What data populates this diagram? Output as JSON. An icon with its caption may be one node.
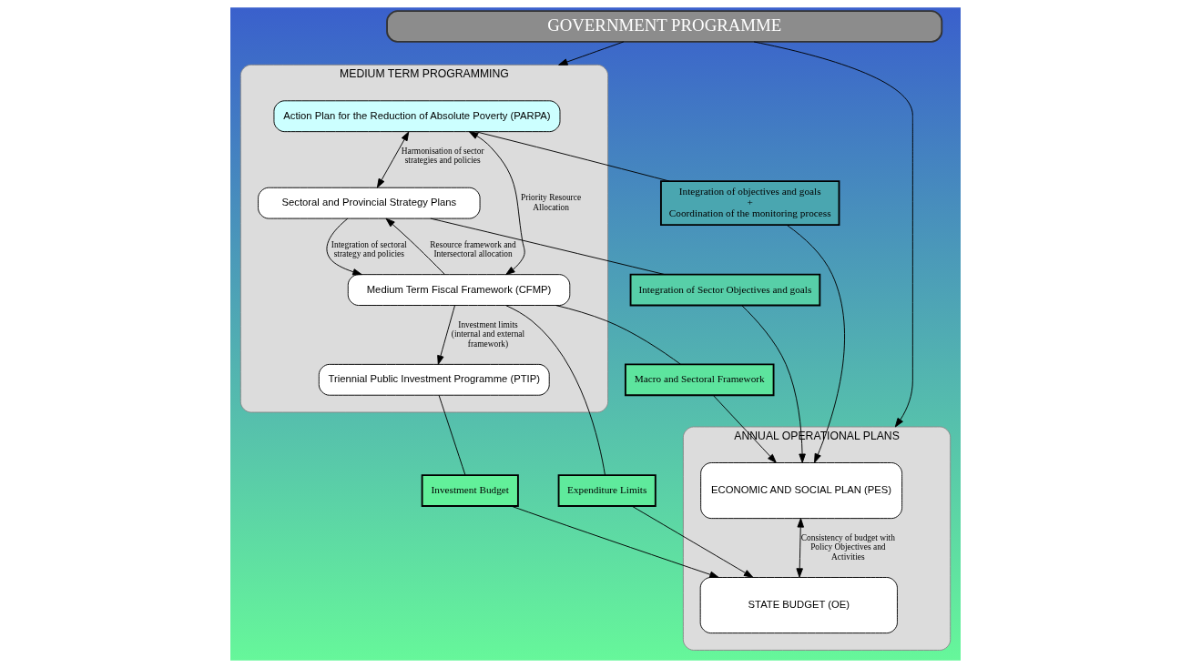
{
  "diagram": {
    "nodes": [
      {
        "text": [
          "GOVERNMENT PROGRAMME"
        ]
      },
      {
        "text": [
          "MEDIUM TERM PROGRAMMING"
        ]
      },
      {
        "text": [
          "Action Plan for the Reduction of Absolute Poverty (PARPA)"
        ],
        "in": 1
      },
      {
        "text": [
          "Sectoral and Provincial Strategy Plans"
        ],
        "in": 1
      },
      {
        "text": [
          "Medium Term Fiscal Framework (CFMP)"
        ],
        "in": 1
      },
      {
        "text": [
          "Triennial Public Investment Programme (PTIP)"
        ],
        "in": 1
      },
      {
        "text": [
          "Integration of objectives and goals",
          "+",
          "Coordination of the monitoring process"
        ]
      },
      {
        "text": [
          "Integration of Sector Objectives and goals"
        ]
      },
      {
        "text": [
          "Macro and Sectoral Framework"
        ]
      },
      {
        "text": [
          "Expenditure Limits"
        ]
      },
      {
        "text": [
          "Investment Budget"
        ]
      },
      {
        "text": [
          "ANNUAL OPERATIONAL PLANS"
        ]
      },
      {
        "text": [
          "ECONOMIC AND SOCIAL PLAN (PES)"
        ],
        "in": 11
      },
      {
        "text": [
          "STATE BUDGET (OE)"
        ],
        "in": 11
      }
    ],
    "edges": [
      {
        "from": 0,
        "to": 1,
        "arrow": "to"
      },
      {
        "from": 0,
        "to": 11,
        "arrow": "to"
      },
      {
        "from": 2,
        "to": 3,
        "arrow": "both",
        "label": "Harmonisation of sector strategies and policies"
      },
      {
        "from": 3,
        "to": 4,
        "arrow": "to",
        "label": "Integration of sectoral strategy and policies"
      },
      {
        "from": 4,
        "to": 3,
        "arrow": "to",
        "label": "Resource framework and Intersectoral allocation"
      },
      {
        "from": 4,
        "to": 2,
        "arrow": "both",
        "label": "Priority Resource Allocation"
      },
      {
        "from": 4,
        "to": 5,
        "arrow": "to",
        "label": "Investment limits (internal and external framework)"
      },
      {
        "from": 2,
        "to": 6,
        "arrow": "none"
      },
      {
        "from": 6,
        "to": 12,
        "arrow": "to"
      },
      {
        "from": 3,
        "to": 7,
        "arrow": "none"
      },
      {
        "from": 7,
        "to": 12,
        "arrow": "to"
      },
      {
        "from": 4,
        "to": 8,
        "arrow": "none"
      },
      {
        "from": 8,
        "to": 12,
        "arrow": "to"
      },
      {
        "from": 4,
        "to": 9,
        "arrow": "none"
      },
      {
        "from": 9,
        "to": 13,
        "arrow": "to"
      },
      {
        "from": 5,
        "to": 10,
        "arrow": "none"
      },
      {
        "from": 10,
        "to": 13,
        "arrow": "to"
      },
      {
        "from": 12,
        "to": 13,
        "arrow": "both",
        "label": "Consistency of budget with Policy Objectives and Activities"
      }
    ]
  }
}
